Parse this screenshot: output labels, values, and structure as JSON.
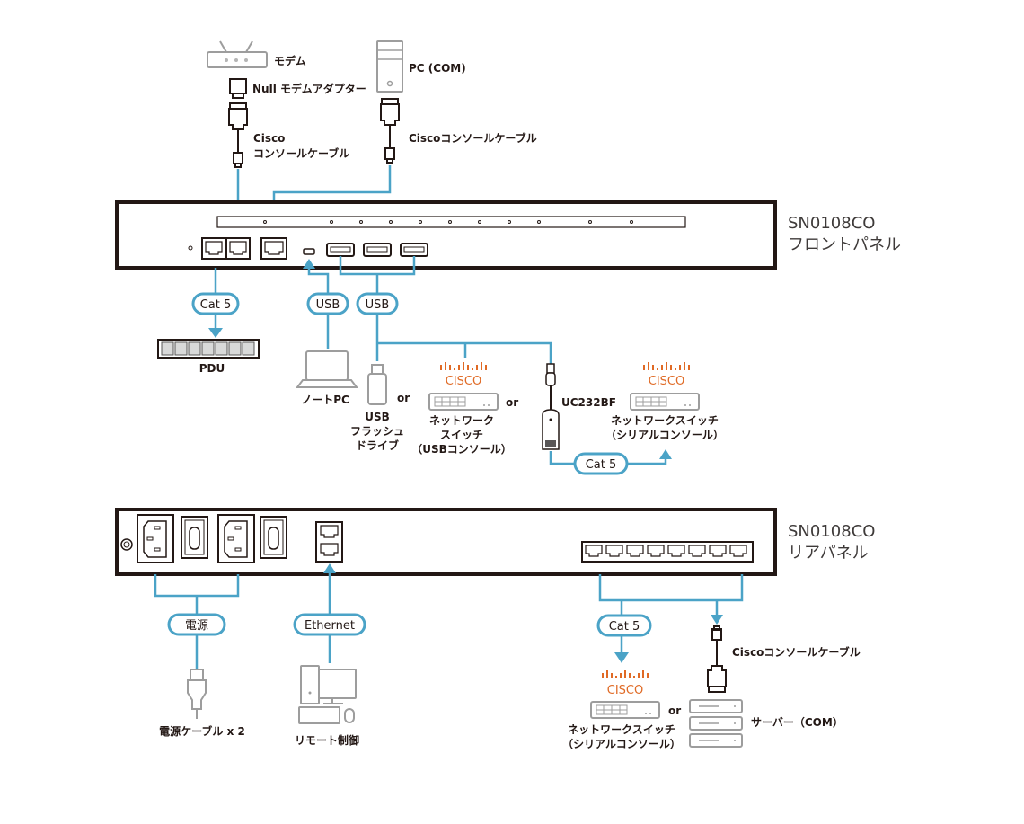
{
  "colors": {
    "cable": "#4ba3c7",
    "panel_outline": "#231815",
    "device_outline": "#9d9d9d",
    "cisco_brand": "#e06a25",
    "text": "#231815"
  },
  "front_panel": {
    "model": "SN0108CO",
    "title": "フロントパネル"
  },
  "rear_panel": {
    "model": "SN0108CO",
    "title": "リアパネル"
  },
  "top_devices": {
    "modem": "モデム",
    "null_modem_adapter": "Null モデムアダプター",
    "cisco_cable_left_line1": "Cisco",
    "cisco_cable_left_line2": "コンソールケーブル",
    "pc_com": "PC (COM)",
    "cisco_cable_right": "Ciscoコンソールケーブル"
  },
  "front_connections": {
    "pill_cat5": "Cat 5",
    "pdu": "PDU",
    "pill_usb_1": "USB",
    "pill_usb_2": "USB",
    "laptop": "ノートPC",
    "usb_flash_line1": "USB",
    "usb_flash_line2": "フラッシュ",
    "usb_flash_line3": "ドライブ",
    "or_1": "or",
    "cisco_logo_1": "CISCO",
    "switch_usb_line1": "ネットワーク",
    "switch_usb_line2": "スイッチ",
    "switch_usb_line3": "（USBコンソール）",
    "or_2": "or",
    "uc232bf": "UC232BF",
    "cisco_logo_2": "CISCO",
    "switch_serial_line1": "ネットワークスイッチ",
    "switch_serial_line2": "（シリアルコンソール）",
    "pill_cat5_2": "Cat 5"
  },
  "rear_connections": {
    "pill_power": "電源",
    "power_cable": "電源ケーブル x 2",
    "pill_ethernet": "Ethernet",
    "remote": "リモート制御",
    "pill_cat5": "Cat 5",
    "cisco_logo": "CISCO",
    "switch_serial_line1": "ネットワークスイッチ",
    "switch_serial_line2": "（シリアルコンソール）",
    "or": "or",
    "cisco_cable": "Ciscoコンソールケーブル",
    "server": "サーバー（COM）"
  }
}
